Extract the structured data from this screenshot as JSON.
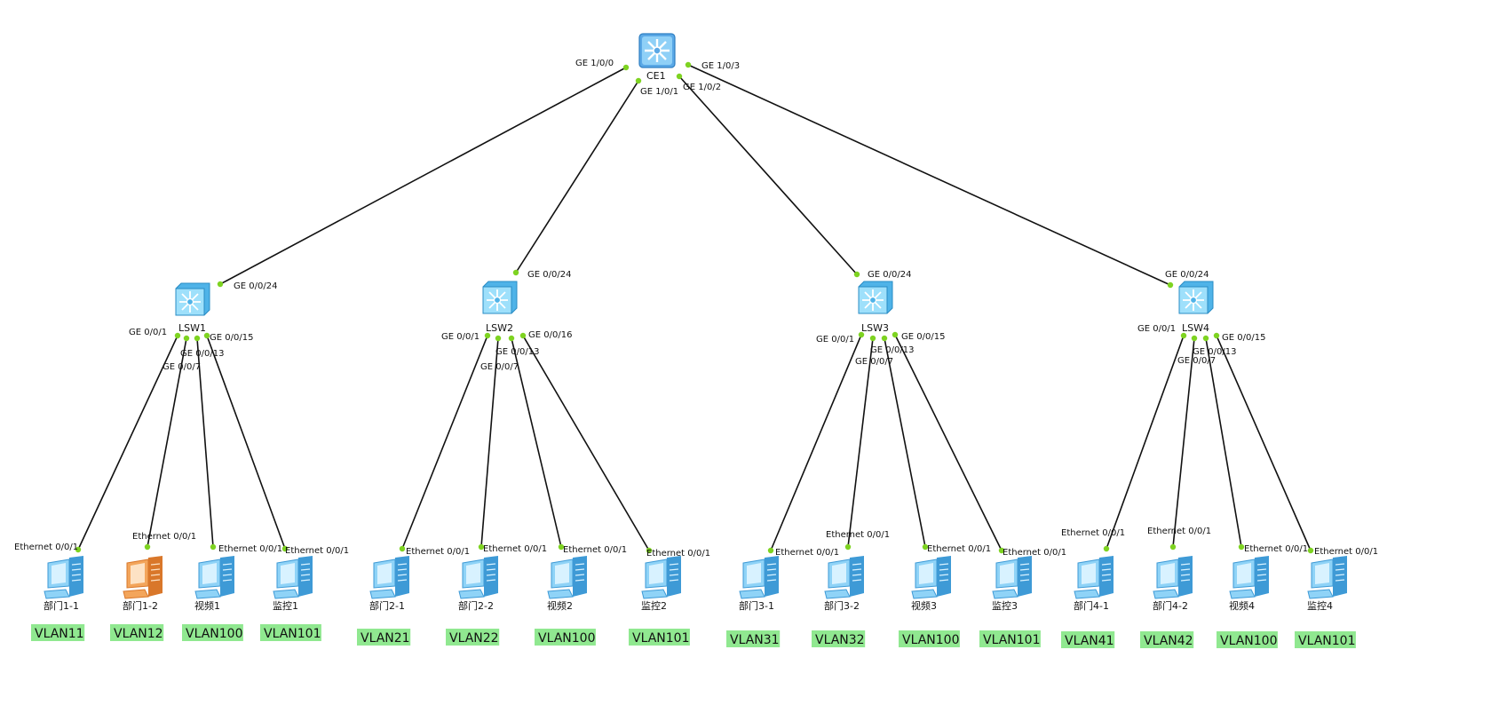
{
  "core": {
    "name": "CE1",
    "ports": [
      "GE 1/0/0",
      "GE 1/0/1",
      "GE 1/0/2",
      "GE 1/0/3"
    ]
  },
  "switches": [
    {
      "name": "LSW1",
      "uplink": "GE 0/0/24",
      "ports": [
        "GE 0/0/1",
        "GE 0/0/7",
        "GE 0/0/13",
        "GE 0/0/15"
      ],
      "hosts": [
        {
          "name": "部门1-1",
          "type": "pc",
          "port": "Ethernet 0/0/1",
          "vlan": "VLAN11"
        },
        {
          "name": "部门1-2",
          "type": "pc-orange",
          "port": "Ethernet 0/0/1",
          "vlan": "VLAN12"
        },
        {
          "name": "视频1",
          "type": "pc",
          "port": "Ethernet 0/0/1",
          "vlan": "VLAN100"
        },
        {
          "name": "监控1",
          "type": "pc",
          "port": "Ethernet 0/0/1",
          "vlan": "VLAN101"
        }
      ]
    },
    {
      "name": "LSW2",
      "uplink": "GE 0/0/24",
      "ports": [
        "GE 0/0/1",
        "GE 0/0/7",
        "GE 0/0/13",
        "GE 0/0/16"
      ],
      "hosts": [
        {
          "name": "部门2-1",
          "type": "pc",
          "port": "Ethernet 0/0/1",
          "vlan": "VLAN21"
        },
        {
          "name": "部门2-2",
          "type": "pc",
          "port": "Ethernet 0/0/1",
          "vlan": "VLAN22"
        },
        {
          "name": "视频2",
          "type": "pc",
          "port": "Ethernet 0/0/1",
          "vlan": "VLAN100"
        },
        {
          "name": "监控2",
          "type": "pc",
          "port": "Ethernet 0/0/1",
          "vlan": "VLAN101"
        }
      ]
    },
    {
      "name": "LSW3",
      "uplink": "GE 0/0/24",
      "ports": [
        "GE 0/0/1",
        "GE 0/0/7",
        "GE 0/0/13",
        "GE 0/0/15"
      ],
      "hosts": [
        {
          "name": "部门3-1",
          "type": "pc",
          "port": "Ethernet 0/0/1",
          "vlan": "VLAN31"
        },
        {
          "name": "部门3-2",
          "type": "pc",
          "port": "Ethernet 0/0/1",
          "vlan": "VLAN32"
        },
        {
          "name": "视频3",
          "type": "pc",
          "port": "Ethernet 0/0/1",
          "vlan": "VLAN100"
        },
        {
          "name": "监控3",
          "type": "pc",
          "port": "Ethernet 0/0/1",
          "vlan": "VLAN101"
        }
      ]
    },
    {
      "name": "LSW4",
      "uplink": "GE 0/0/24",
      "ports": [
        "GE 0/0/1",
        "GE 0/0/7",
        "GE 0/0/13",
        "GE 0/0/15"
      ],
      "hosts": [
        {
          "name": "部门4-1",
          "type": "pc",
          "port": "Ethernet 0/0/1",
          "vlan": "VLAN41"
        },
        {
          "name": "部门4-2",
          "type": "pc",
          "port": "Ethernet 0/0/1",
          "vlan": "VLAN42"
        },
        {
          "name": "视频4",
          "type": "pc",
          "port": "Ethernet 0/0/1",
          "vlan": "VLAN100"
        },
        {
          "name": "监控4",
          "type": "pc",
          "port": "Ethernet 0/0/1",
          "vlan": "VLAN101"
        }
      ]
    }
  ],
  "colors": {
    "link": "#111111",
    "port_dot": "#7ed321",
    "vlan_bg": "#90e890",
    "device_blue": "#7fc6f0",
    "device_orange": "#f0a860"
  },
  "icons": {
    "core": "core-router-icon",
    "switch": "access-switch-icon",
    "pc": "pc-icon",
    "pc_orange": "pc-selected-icon"
  }
}
